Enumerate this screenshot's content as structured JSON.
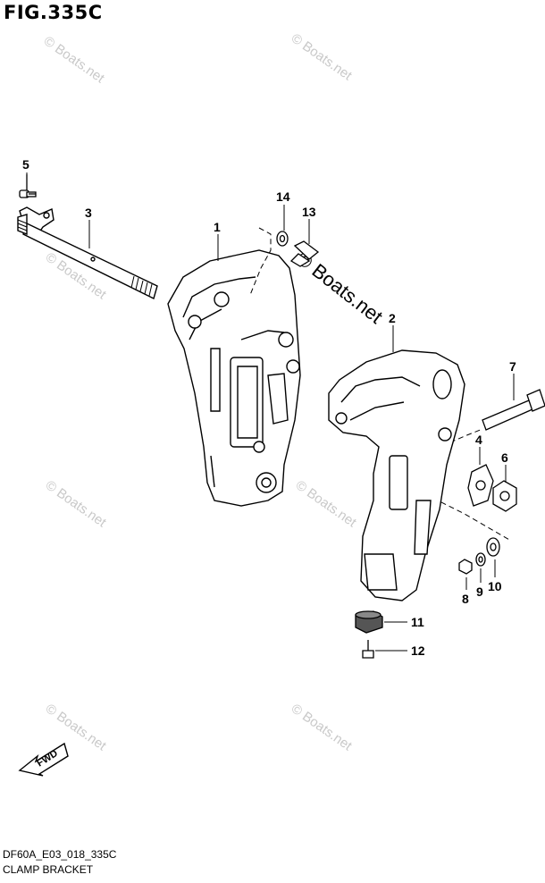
{
  "figure": {
    "title": "FIG.335C"
  },
  "watermark": "© Boats.net",
  "callouts": {
    "p1": "1",
    "p2": "2",
    "p3": "3",
    "p4": "4",
    "p5": "5",
    "p6": "6",
    "p7": "7",
    "p8": "8",
    "p9": "9",
    "p10": "10",
    "p11": "11",
    "p12": "12",
    "p13": "13",
    "p14": "14"
  },
  "fwd_label": "FWD",
  "footer": {
    "code": "DF60A_E03_018_335C",
    "name": "CLAMP BRACKET"
  },
  "colors": {
    "line": "#000000",
    "watermark": "#c9c9c9",
    "background": "#ffffff"
  }
}
